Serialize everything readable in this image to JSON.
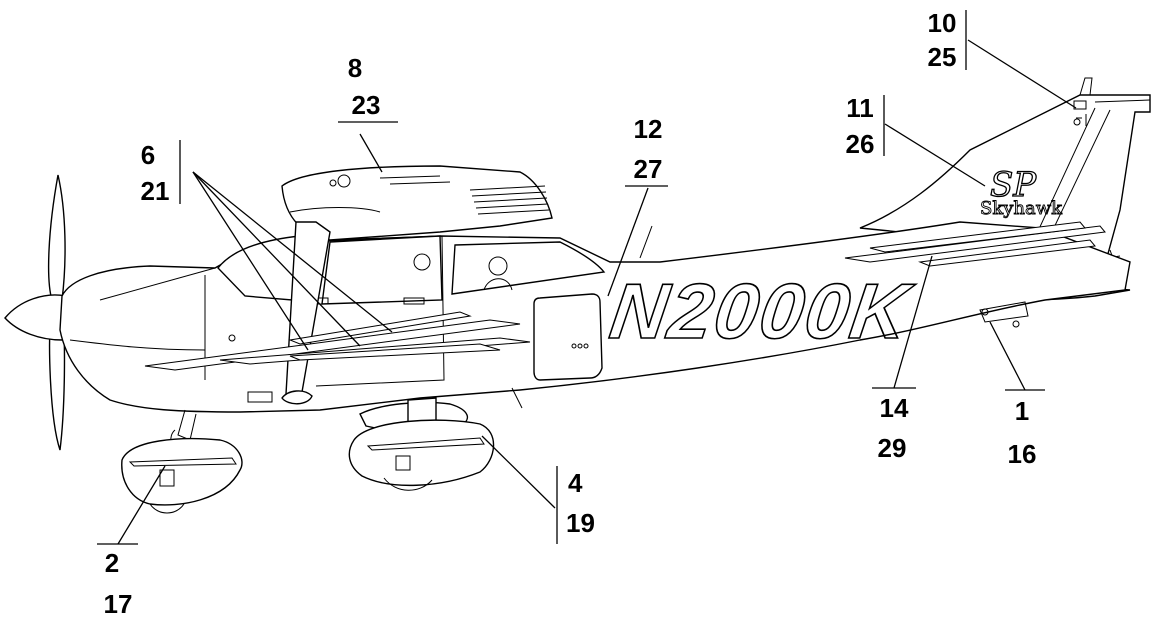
{
  "aircraft": {
    "registration": "N2000K",
    "logo_mark": "SP",
    "logo_name": "Skyhawk"
  },
  "callouts": [
    {
      "id": "1",
      "top": "1",
      "bottom": "16"
    },
    {
      "id": "2",
      "top": "2",
      "bottom": "17"
    },
    {
      "id": "4",
      "top": "4",
      "bottom": "19"
    },
    {
      "id": "6",
      "top": "6",
      "bottom": "21"
    },
    {
      "id": "8",
      "top": "8",
      "bottom": "23"
    },
    {
      "id": "10",
      "top": "10",
      "bottom": "25"
    },
    {
      "id": "11",
      "top": "11",
      "bottom": "26"
    },
    {
      "id": "12",
      "top": "12",
      "bottom": "27"
    },
    {
      "id": "14",
      "top": "14",
      "bottom": "29"
    }
  ]
}
